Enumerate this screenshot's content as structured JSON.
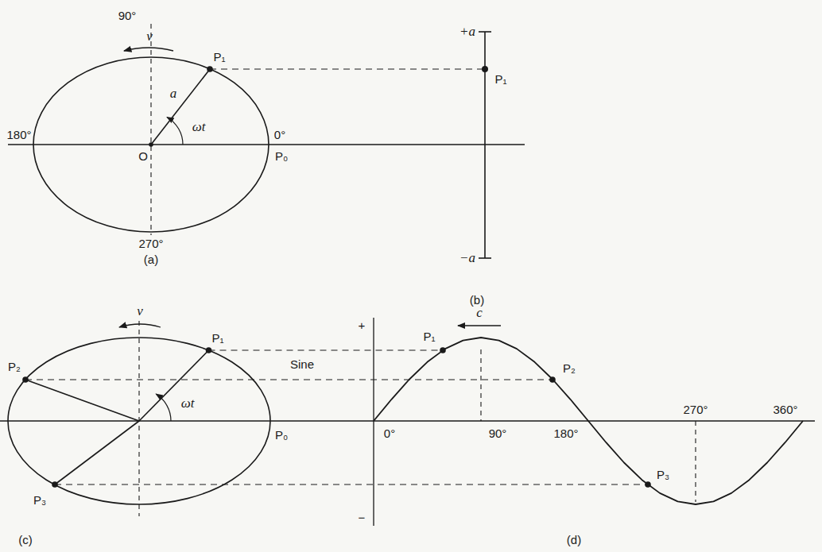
{
  "diagram": {
    "labels": [
      "90°",
      "v",
      "P₁",
      "a",
      "ωt",
      "180°",
      "0°",
      "O",
      "P₀",
      "270°",
      "(a)",
      "+a",
      "P₁",
      "−a",
      "(b)",
      "v",
      "P₁",
      "ωt",
      "P₂",
      "P₀",
      "P₃",
      "(c)",
      "Sine",
      "+",
      "−",
      "c",
      "P₁",
      "P₂",
      "P₃",
      "0°",
      "90°",
      "180°",
      "270°",
      "360°",
      "(d)"
    ]
  }
}
